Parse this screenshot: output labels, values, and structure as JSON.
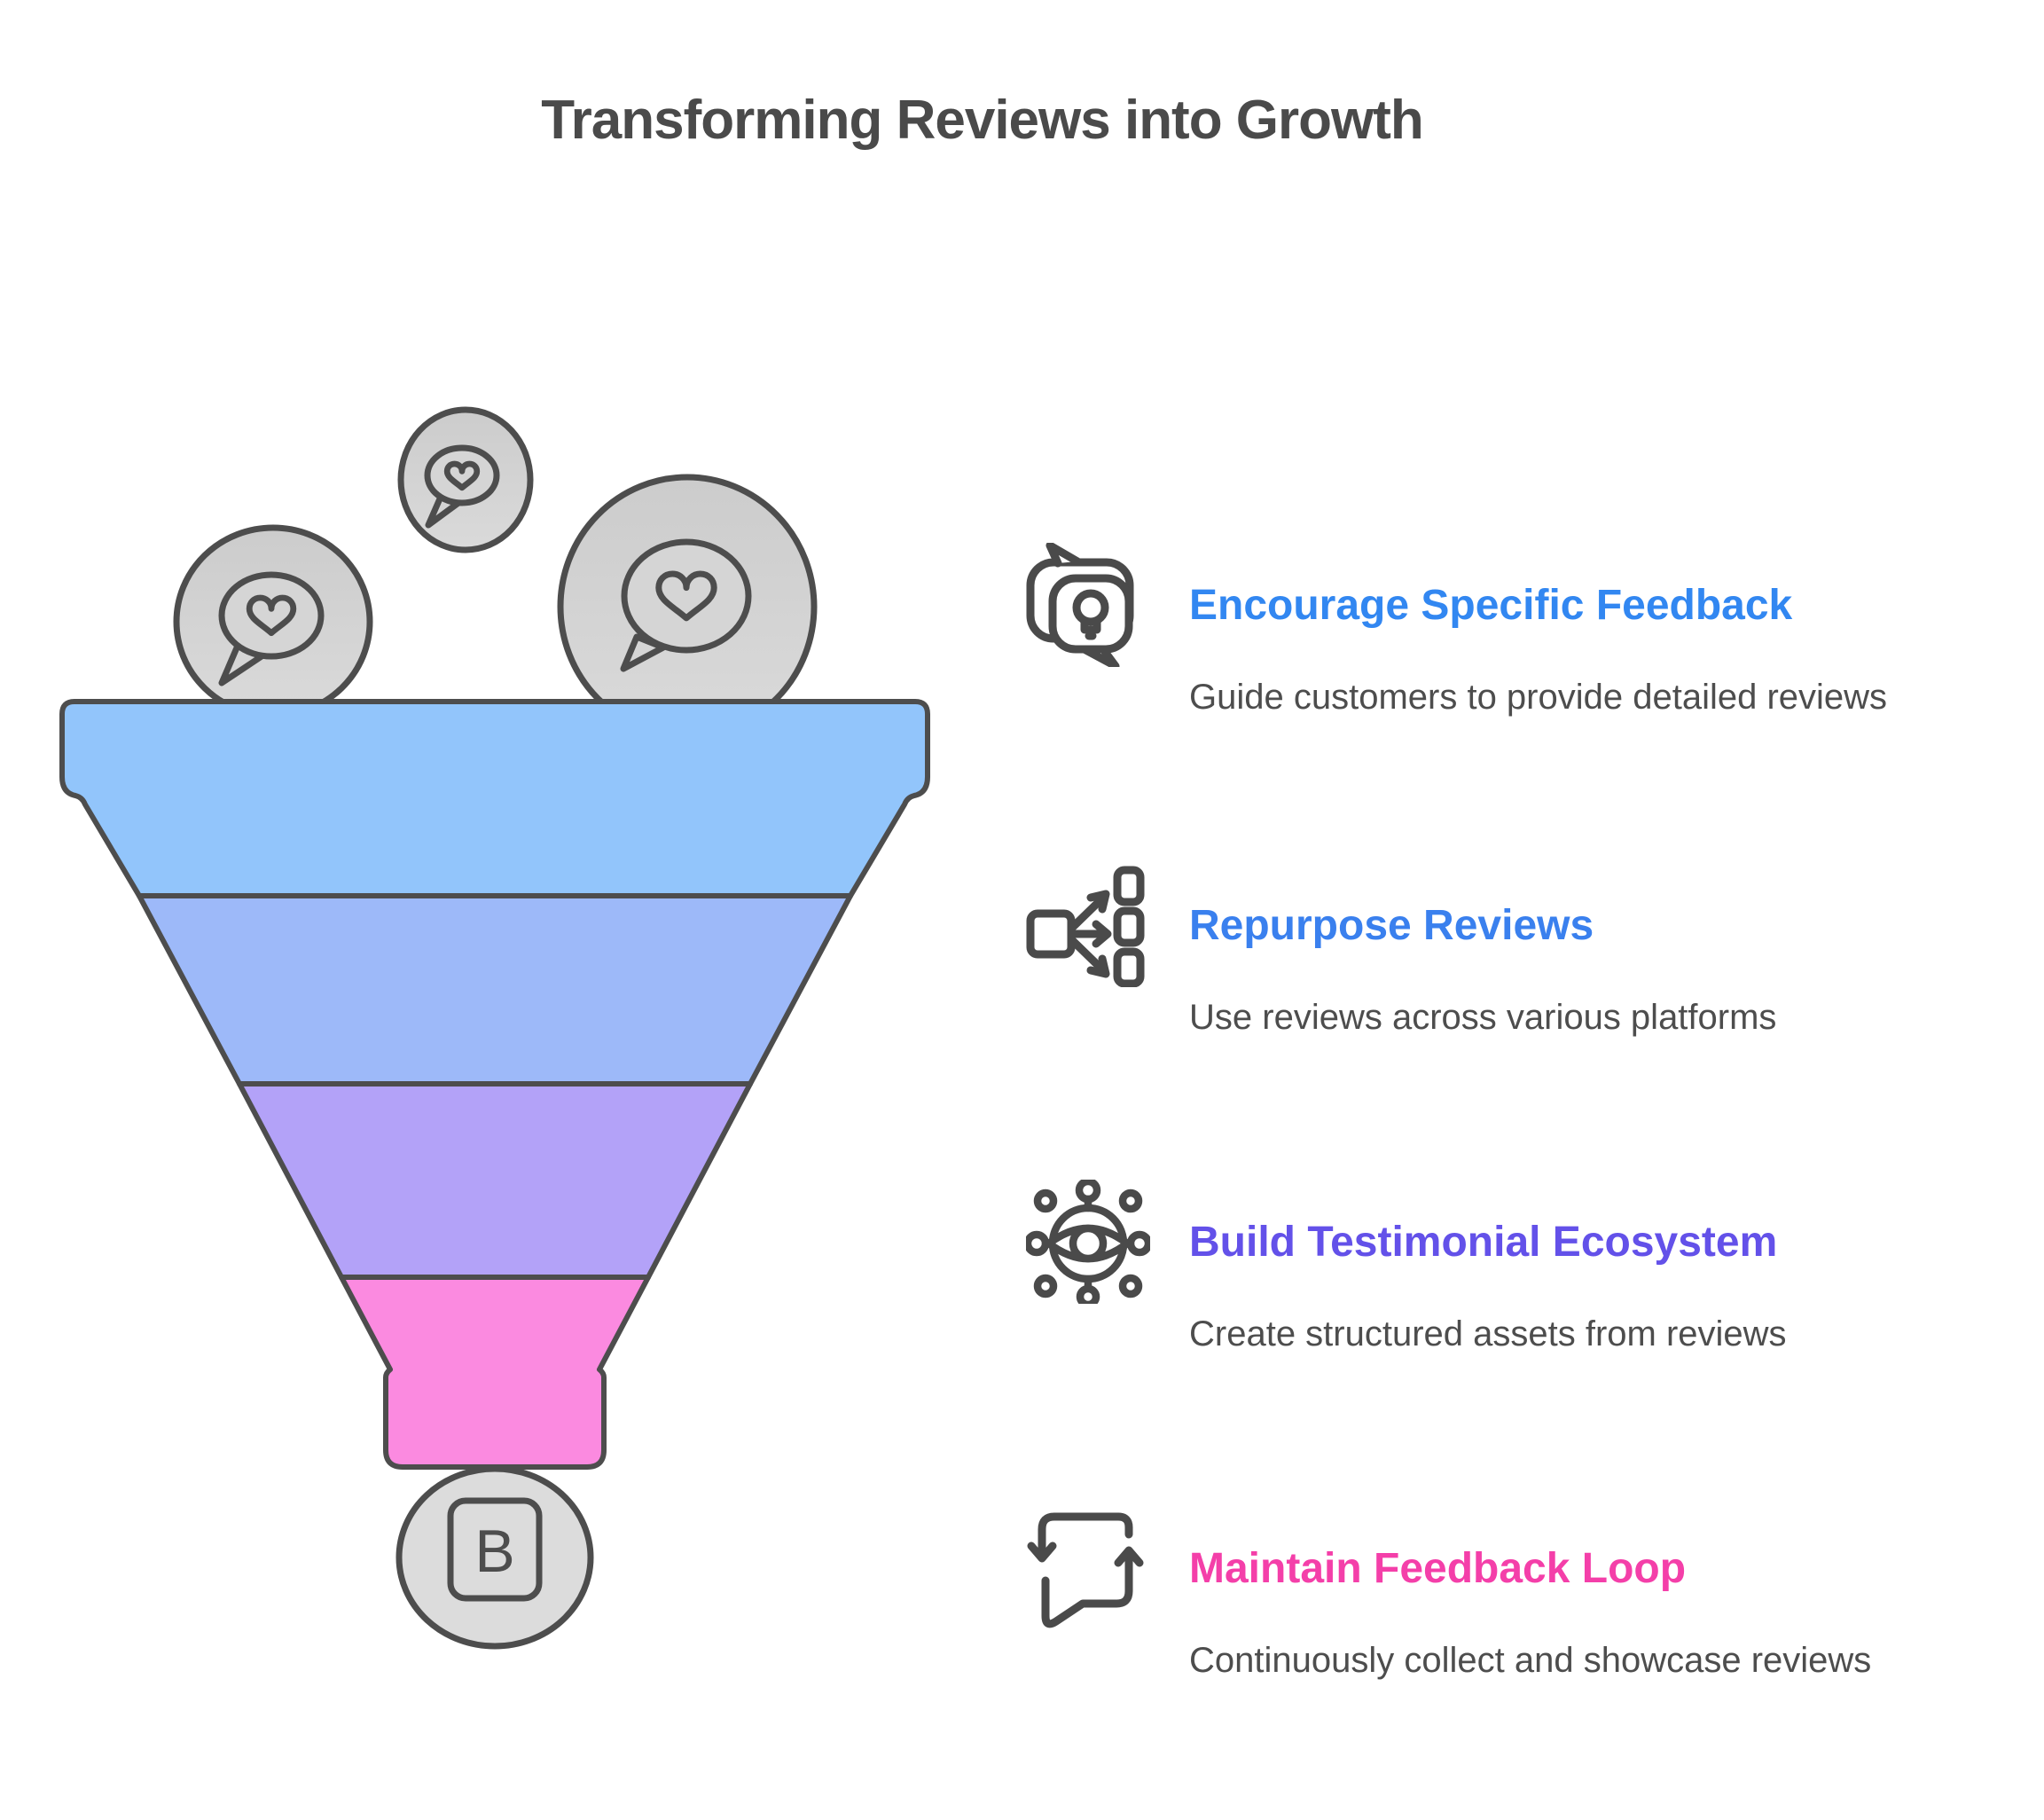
{
  "title": "Transforming Reviews into Growth",
  "funnel": {
    "label": "B",
    "outline_color": "#4d4d4d",
    "bubble_icon": "heart-speech-bubble-icon",
    "bubble_fill": "#d2d2d2",
    "stages": [
      {
        "name": "stage-1",
        "color": "#92c5fb"
      },
      {
        "name": "stage-2",
        "color": "#9db9f9"
      },
      {
        "name": "stage-3",
        "color": "#b3a2f8"
      },
      {
        "name": "stage-4",
        "color": "#fb8ae0"
      }
    ]
  },
  "items": [
    {
      "icon": "chat-lightbulb-icon",
      "heading": "Encourage Specific Feedback",
      "description": "Guide customers to provide detailed reviews",
      "accent": "#3287f1"
    },
    {
      "icon": "distribute-icon",
      "heading": "Repurpose Reviews",
      "description": "Use reviews across various platforms",
      "accent": "#3a80ee"
    },
    {
      "icon": "eye-network-icon",
      "heading": "Build Testimonial Ecosystem",
      "description": "Create structured assets from reviews",
      "accent": "#6351e9"
    },
    {
      "icon": "loop-chat-icon",
      "heading": "Maintain Feedback Loop",
      "description": "Continuously collect and showcase reviews",
      "accent": "#f43fa9"
    }
  ]
}
